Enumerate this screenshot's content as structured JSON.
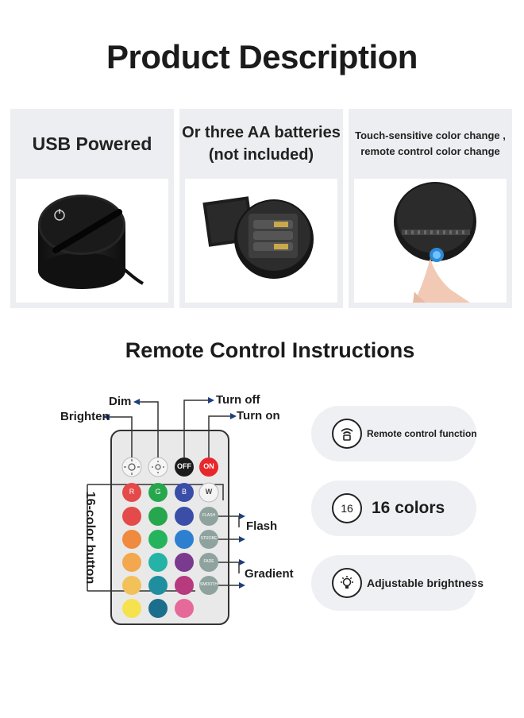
{
  "title": "Product Description",
  "panels": [
    {
      "label": "USB Powered"
    },
    {
      "label_line1": "Or three AA batteries",
      "label_line2": "(not included)"
    },
    {
      "label_line1": "Touch-sensitive color change ,",
      "label_line2": "remote control color change"
    }
  ],
  "remote_section": {
    "title": "Remote Control Instructions",
    "callouts": {
      "dim": "Dim",
      "brighten": "Brighten",
      "turn_off": "Turn off",
      "turn_on": "Turn on",
      "flash": "Flash",
      "gradient": "Gradient",
      "color_button": "16-color button"
    },
    "buttons": {
      "off": "OFF",
      "on": "ON",
      "r": "R",
      "g": "G",
      "b": "B",
      "w": "W",
      "flash": "FLASH",
      "strobe": "STROBE",
      "fade": "FADE",
      "smooth": "SMOOTH"
    },
    "color_grid": [
      "#e54a4a",
      "#27a74d",
      "#3a4ea8",
      "#ef8a3e",
      "#25b45d",
      "#2f7fd0",
      "#f3a74e",
      "#24b3a6",
      "#7a3a8e",
      "#f2c15a",
      "#1f8fa0",
      "#b73a7e",
      "#f5e24e",
      "#1c6f8c",
      "#e56a9a"
    ],
    "colors": {
      "remote_body": "#eaeaea",
      "accent_on": "#e8262b",
      "off_button": "#1c1c1c"
    }
  },
  "features": [
    {
      "icon": "remote-signal-icon",
      "text": "Remote control function"
    },
    {
      "icon_text": "16",
      "text": "16 colors"
    },
    {
      "icon": "bulb-icon",
      "text": "Adjustable brightness"
    }
  ]
}
